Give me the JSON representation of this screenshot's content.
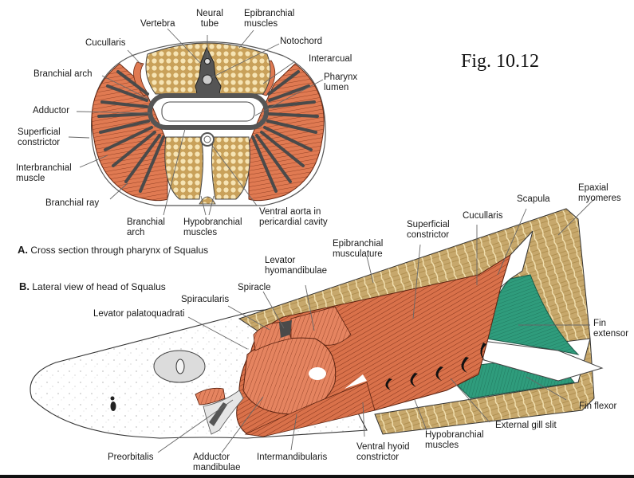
{
  "figure_number": "Fig. 10.12",
  "colors": {
    "muscle": "#e07a52",
    "muscle_dark": "#b85434",
    "muscle_line": "#7a2e18",
    "epaxial": "#cdb27a",
    "epaxial_line": "#f3e2b0",
    "fin_muscle": "#2e9a7a",
    "cartilage": "#555555",
    "dots_bg": "#c9a15a",
    "dots": "#f6e4b4",
    "skin": "#ffffff",
    "outline": "#333333"
  },
  "panel_a": {
    "letter": "A.",
    "caption": "Cross section through pharynx of Squalus",
    "labels": {
      "vertebra": "Vertebra",
      "neural_tube": "Neural\ntube",
      "epibranchial_muscles": "Epibranchial\nmuscles",
      "cucullaris": "Cucullaris",
      "notochord": "Notochord",
      "interarcual": "Interarcual",
      "branchial_arch_top": "Branchial arch",
      "pharynx_lumen": "Pharynx\nlumen",
      "adductor": "Adductor",
      "superficial_constrictor": "Superficial\nconstrictor",
      "interbranchial_muscle": "Interbranchial\nmuscle",
      "branchial_ray": "Branchial ray",
      "branchial_arch_bottom": "Branchial\narch",
      "hypobranchial_muscles": "Hypobranchial\nmuscles",
      "ventral_aorta": "Ventral aorta in\npericardial cavity"
    }
  },
  "panel_b": {
    "letter": "B.",
    "caption": "Lateral view of head of Squalus",
    "labels": {
      "epaxial_myomeres": "Epaxial\nmyomeres",
      "scapula": "Scapula",
      "cucullaris": "Cucullaris",
      "superficial_constrictor": "Superficial\nconstrictor",
      "epibranchial_musculature": "Epibranchial\nmusculature",
      "levator_hyomandibulae": "Levator\nhyomandibulae",
      "spiracle": "Spiracle",
      "spiracularis": "Spiracularis",
      "levator_palatoquadrati": "Levator palatoquadrati",
      "fin_extensor": "Fin\nextensor",
      "fin_flexor": "Fin flexor",
      "external_gill_slit": "External gill slit",
      "hypobranchial_muscles": "Hypobranchial\nmuscles",
      "ventral_hyoid_constrictor": "Ventral hyoid\nconstrictor",
      "intermandibularis": "Intermandibularis",
      "adductor_mandibulae": "Adductor\nmandibulae",
      "preorbitalis": "Preorbitalis"
    }
  }
}
